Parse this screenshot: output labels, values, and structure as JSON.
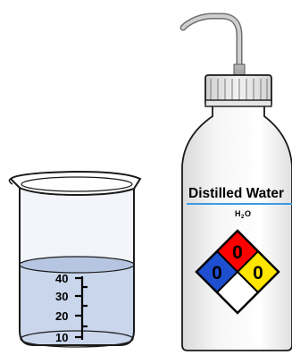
{
  "beaker": {
    "scale_labels": [
      "40",
      "30",
      "20",
      "10"
    ],
    "liquid_color": "#c9d6ec"
  },
  "bottle": {
    "label_title": "Distilled Water",
    "label_formula_main": "H",
    "label_formula_sub": "2",
    "label_formula_end": "O",
    "label_line_color": "#3a9be0",
    "nfpa": {
      "health": "0",
      "flammability": "0",
      "instability": "0",
      "special": "",
      "health_color": "#1f4fd1",
      "flammability_color": "#ff0000",
      "instability_color": "#ffe600",
      "special_color": "#ffffff"
    }
  }
}
